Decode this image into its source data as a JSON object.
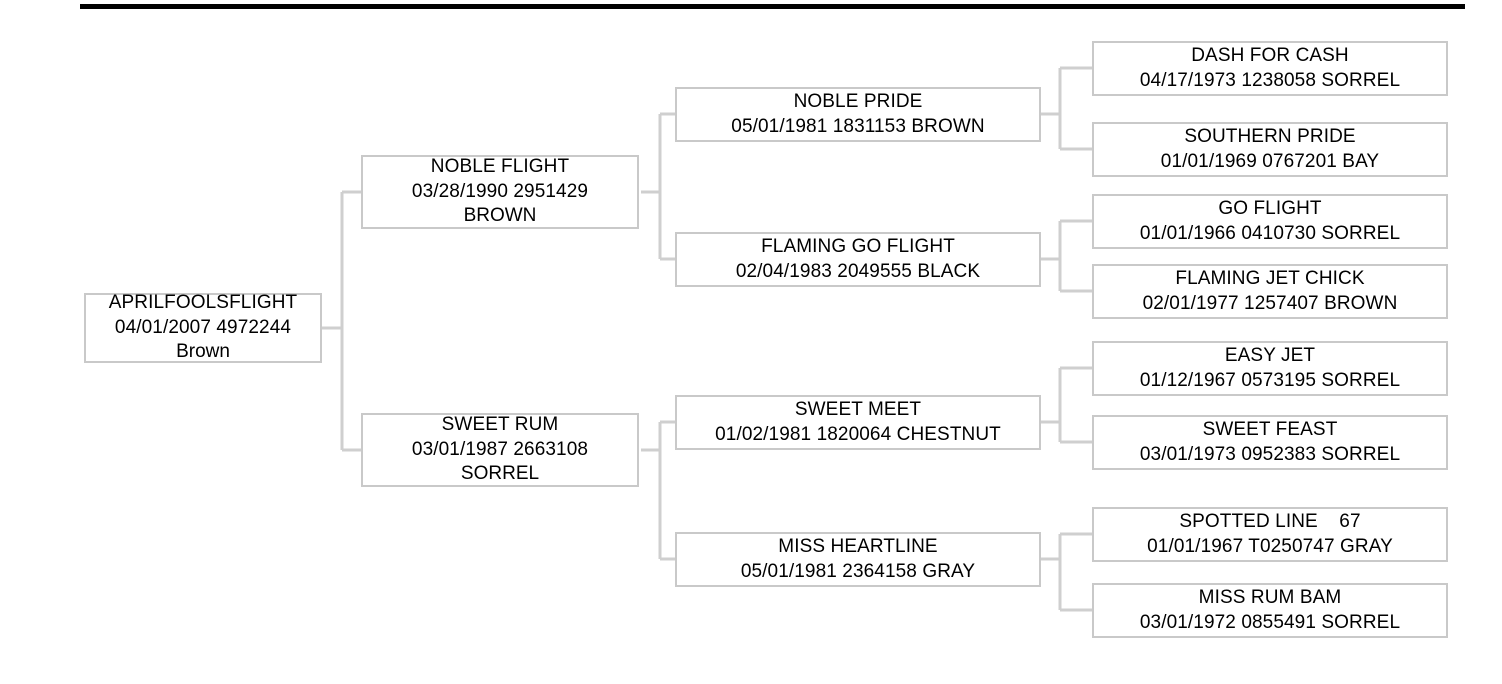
{
  "chart": {
    "title_rule": "horizontal-rule",
    "border_color": "#c9c9c9",
    "connector_color": "#cfcfcf",
    "text_color": "#000000",
    "background": "#ffffff"
  },
  "nodes": {
    "subject": {
      "name": "APRILFOOLSFLIGHT",
      "detail": "04/01/2007 4972244",
      "color": "Brown"
    },
    "sire": {
      "name": "NOBLE FLIGHT",
      "detail": "03/28/1990 2951429",
      "color": "BROWN"
    },
    "dam": {
      "name": "SWEET RUM",
      "detail": "03/01/1987 2663108",
      "color": "SORREL"
    },
    "sire_sire": {
      "name": "NOBLE PRIDE",
      "detail": "05/01/1981 1831153 BROWN"
    },
    "sire_dam": {
      "name": "FLAMING GO FLIGHT",
      "detail": "02/04/1983 2049555 BLACK"
    },
    "dam_sire": {
      "name": "SWEET MEET",
      "detail": "01/02/1981 1820064 CHESTNUT"
    },
    "dam_dam": {
      "name": "MISS HEARTLINE",
      "detail": "05/01/1981 2364158 GRAY"
    },
    "ss_sire": {
      "name": "DASH FOR CASH",
      "detail": "04/17/1973 1238058 SORREL"
    },
    "ss_dam": {
      "name": "SOUTHERN PRIDE",
      "detail": "01/01/1969 0767201 BAY"
    },
    "sd_sire": {
      "name": "GO FLIGHT",
      "detail": "01/01/1966 0410730 SORREL"
    },
    "sd_dam": {
      "name": "FLAMING JET CHICK",
      "detail": "02/01/1977 1257407 BROWN"
    },
    "ds_sire": {
      "name": "EASY JET",
      "detail": "01/12/1967 0573195 SORREL"
    },
    "ds_dam": {
      "name": "SWEET FEAST",
      "detail": "03/01/1973 0952383 SORREL"
    },
    "dd_sire": {
      "name": "SPOTTED LINE    67",
      "detail": "01/01/1967 T0250747 GRAY"
    },
    "dd_dam": {
      "name": "MISS RUM BAM",
      "detail": "03/01/1972 0855491 SORREL"
    }
  }
}
